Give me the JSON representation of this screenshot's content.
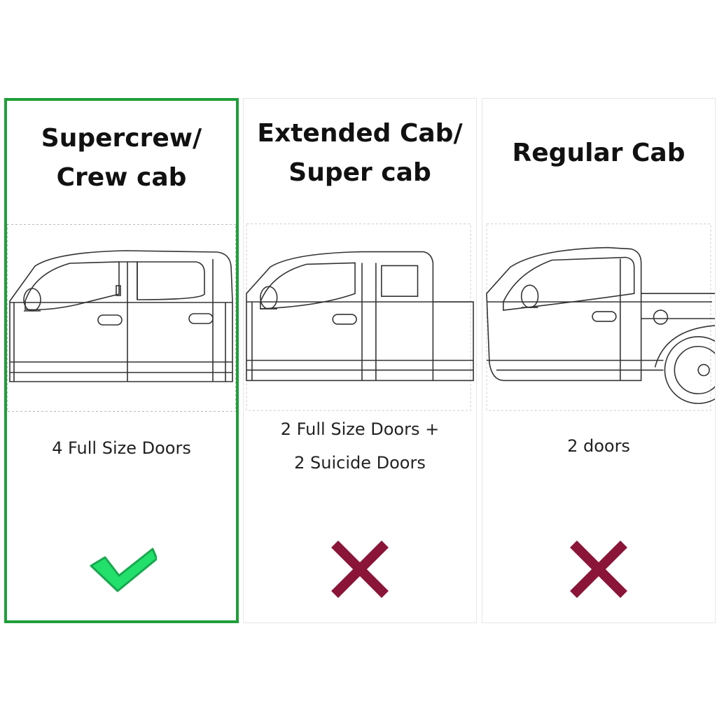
{
  "columns": [
    {
      "title": "Supercrew/\nCrew cab",
      "description": "4 Full Size Doors",
      "status_icon": "check-icon",
      "selected": true
    },
    {
      "title": "Extended Cab/\nSuper cab",
      "description": "2 Full Size Doors +\n2 Suicide Doors",
      "status_icon": "cross-icon",
      "selected": false
    },
    {
      "title": "Regular Cab",
      "description": "2 doors",
      "status_icon": "cross-icon",
      "selected": false
    }
  ],
  "colors": {
    "selected_border": "#1f9e3a",
    "check": "#22e06b",
    "cross": "#8a1538",
    "line_art": "#333333"
  }
}
